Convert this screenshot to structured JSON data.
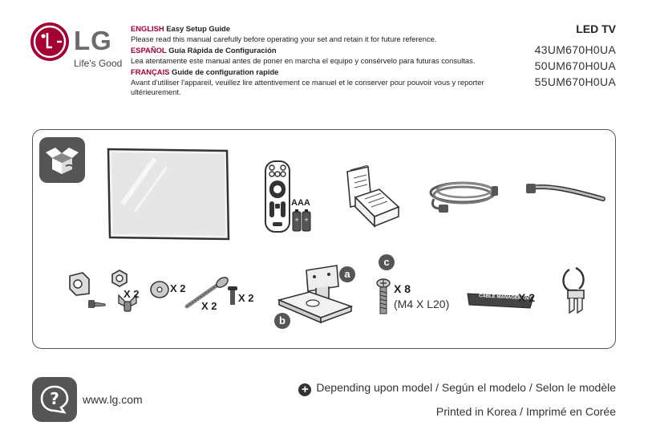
{
  "brand": {
    "name": "LG",
    "tagline": "Life's Good"
  },
  "intro": [
    {
      "language": "ENGLISH",
      "title": "Easy Setup Guide",
      "text": "Please read this manual carefully before operating your set and retain it for future reference."
    },
    {
      "language": "ESPAÑOL",
      "title": "Guía Rápida de Configuración",
      "text": "Lea atentamente este manual antes de poner en marcha el equipo y consérvelo para futuras consultas."
    },
    {
      "language": "FRANÇAIS",
      "title": "Guide de configuration rapide",
      "text": "Avant d'utiliser l'appareil, veuillez lire attentivement ce manuel et le conserver pour pouvoir vous y reporter ultérieurement."
    }
  ],
  "product": {
    "type": "LED TV",
    "models": [
      "43UM670H0UA",
      "50UM670H0UA",
      "55UM670H0UA"
    ]
  },
  "contents": {
    "battery_label": "AAA",
    "bracket_qty": "X 2",
    "washer_qty": "X 2",
    "bolt_qty": "X 2",
    "screw_qty": "X 2",
    "badge_a": "a",
    "badge_b": "b",
    "badge_c": "c",
    "stand_screw_qty": "X 8",
    "stand_screw_spec": "(M4 X L20)",
    "cable_management_label": "CABLE MANAGEMENT",
    "cable_management_qty": "X 2"
  },
  "footer": {
    "website": "www.lg.com",
    "note": "Depending upon model / Según el modelo / Selon le modèle",
    "printed": "Printed in Korea / Imprimé en Corée"
  },
  "colors": {
    "brand": "#a50034",
    "icon_bg": "#555555",
    "border": "#555555"
  }
}
